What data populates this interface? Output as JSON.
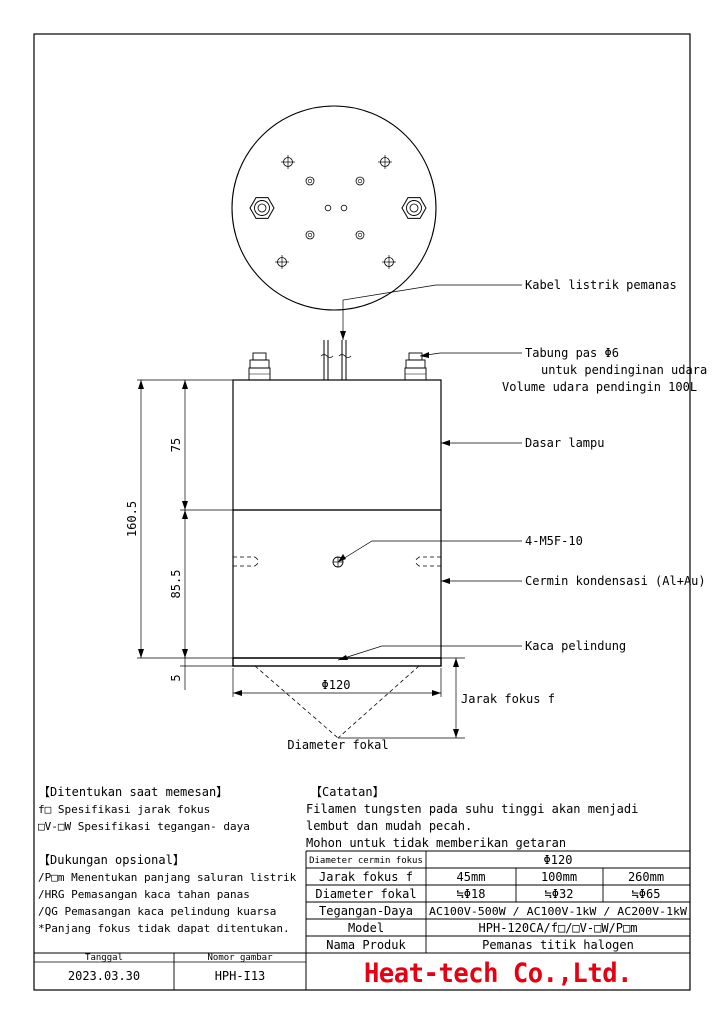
{
  "callouts": {
    "cable": "Kabel listrik pemanas",
    "tube_1": "Tabung pas Φ6",
    "tube_2": "untuk pendinginan udara",
    "tube_3": "Volume udara pendingin 100L",
    "base": "Dasar lampu",
    "screw": "4-M5F-10",
    "mirror": "Cermin kondensasi (Al+Au)",
    "glass": "Kaca pelindung"
  },
  "dimensions": {
    "total_height": "160.5",
    "upper_height": "75",
    "lower_height": "85.5",
    "glass_thickness": "5",
    "diameter": "Φ120",
    "focal_distance": "Jarak fokus f",
    "focal_diameter": "Diameter fokal"
  },
  "order_section": {
    "heading": "【Ditentukan saat memesan】",
    "lines": [
      "f□ Spesifikasi jarak fokus",
      "□V-□W Spesifikasi tegangan- daya"
    ]
  },
  "options_section": {
    "heading": "【Dukungan opsional】",
    "lines": [
      "/P□m Menentukan panjang saluran listrik",
      "/HRG Pemasangan kaca tahan panas",
      "/QG Pemasangan kaca pelindung kuarsa",
      "*Panjang fokus tidak dapat ditentukan."
    ]
  },
  "notes_section": {
    "heading": "【Catatan】",
    "lines": [
      "Filamen tungsten pada suhu tinggi akan menjadi",
      "lembut dan mudah pecah.",
      "Mohon untuk tidak memberikan getaran"
    ]
  },
  "spec_table": {
    "rows": [
      {
        "label": "Diameter cermin fokus",
        "cells": [
          "Φ120"
        ]
      },
      {
        "label": "Jarak fokus f",
        "cells": [
          "45mm",
          "100mm",
          "260mm"
        ]
      },
      {
        "label": "Diameter fokal",
        "cells": [
          "≒Φ18",
          "≒Φ32",
          "≒Φ65"
        ]
      },
      {
        "label": "Tegangan-Daya",
        "cells": [
          "AC100V-500W / AC100V-1kW / AC200V-1kW"
        ]
      },
      {
        "label": "Model",
        "cells": [
          "HPH-120CA/f□/□V-□W/P□m"
        ]
      },
      {
        "label": "Nama Produk",
        "cells": [
          "Pemanas titik halogen"
        ]
      }
    ]
  },
  "title_block": {
    "date_label": "Tanggal",
    "date_value": "2023.03.30",
    "drawing_no_label": "Nomor gambar",
    "drawing_no_value": "HPH-I13",
    "company": "Heat-tech Co.,Ltd.",
    "company_color": "#e60012"
  }
}
